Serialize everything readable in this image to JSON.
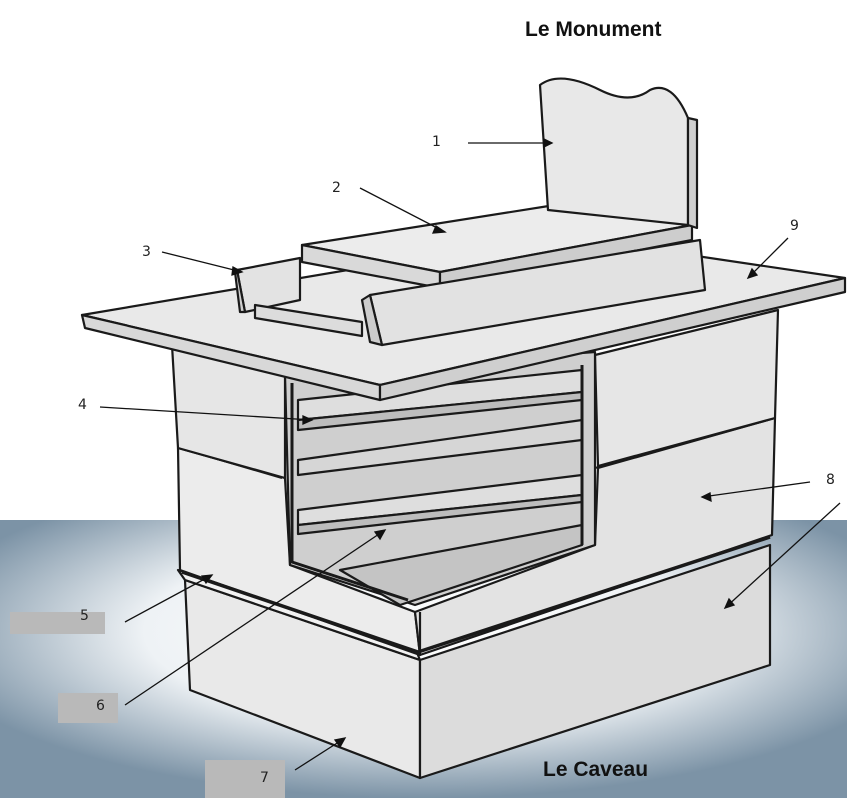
{
  "titles": {
    "top": "Le Monument",
    "bottom": "Le Caveau"
  },
  "callouts": [
    "1",
    "2",
    "3",
    "4",
    "5",
    "6",
    "7",
    "8",
    "9"
  ],
  "colors": {
    "stone": "#e8e8e8",
    "stone_dark": "#c9c9c9",
    "interior": "#d0d0d0",
    "outline": "#1a1a1a",
    "shadow": "#7c93a6",
    "label_tab": "#b9b9b9"
  }
}
